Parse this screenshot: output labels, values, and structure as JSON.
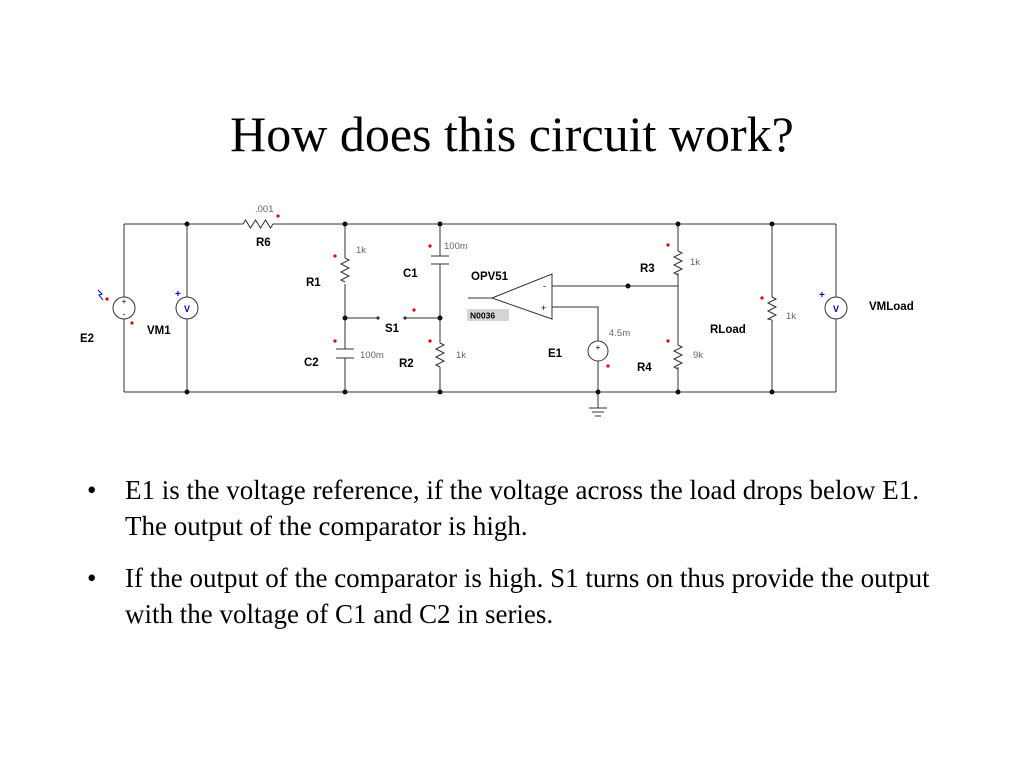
{
  "slide": {
    "title": "How does this circuit work?",
    "bullets": [
      "E1 is the voltage reference, if the voltage across the load drops below E1. The output of the comparator is high.",
      "If the output of the comparator is high. S1 turns on thus provide the output with the voltage of C1 and C2 in series."
    ],
    "bullet_symbol": "•"
  },
  "circuit": {
    "components": {
      "E2": {
        "name": "E2"
      },
      "VM1": {
        "name": "VM1",
        "symbol": "V"
      },
      "R6": {
        "name": "R6",
        "value": ".001"
      },
      "R1": {
        "name": "R1",
        "value": "1k"
      },
      "C2": {
        "name": "C2",
        "value": "100m"
      },
      "C1": {
        "name": "C1",
        "value": "100m"
      },
      "S1": {
        "name": "S1"
      },
      "R2": {
        "name": "R2",
        "value": "1k"
      },
      "OPV51": {
        "name": "OPV51",
        "part": "N0036",
        "minus": "-",
        "plus": "+"
      },
      "E1": {
        "name": "E1",
        "value": "4.5m"
      },
      "R3": {
        "name": "R3",
        "value": "1k"
      },
      "R4": {
        "name": "R4",
        "value": "9k"
      },
      "RLoad": {
        "name": "RLoad",
        "value": "1k"
      },
      "VMLoad": {
        "name": "VMLoad",
        "symbol": "V"
      }
    },
    "polarity": {
      "plus": "+",
      "minus": "-"
    },
    "colors": {
      "wire": "#333333",
      "pin_marker": "#e00000",
      "meter": "#0000cc",
      "value_text": "#666666"
    }
  }
}
